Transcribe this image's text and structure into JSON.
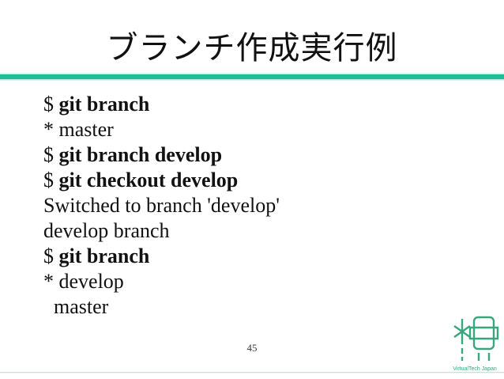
{
  "slide": {
    "title": "ブランチ作成実行例",
    "page_number": "45"
  },
  "code": {
    "lines": [
      {
        "pre": "$ ",
        "cmd": "git branch"
      },
      {
        "pre": "* master",
        "cmd": ""
      },
      {
        "pre": "$ ",
        "cmd": "git branch develop"
      },
      {
        "pre": "$ ",
        "cmd": "git checkout develop"
      },
      {
        "pre": "Switched to branch 'develop'",
        "cmd": ""
      },
      {
        "pre": "develop branch",
        "cmd": ""
      },
      {
        "pre": "$ ",
        "cmd": "git branch"
      },
      {
        "pre": "* develop",
        "cmd": ""
      },
      {
        "pre": "  master",
        "cmd": ""
      }
    ]
  },
  "logo": {
    "label": "VirtualTech Japan",
    "icon": "virtualtech-logo-icon",
    "color": "#3aa67e"
  },
  "colors": {
    "divider_teal": "#1ebd96",
    "body_text": "#111111",
    "footer_line": "#d3ddd9"
  }
}
